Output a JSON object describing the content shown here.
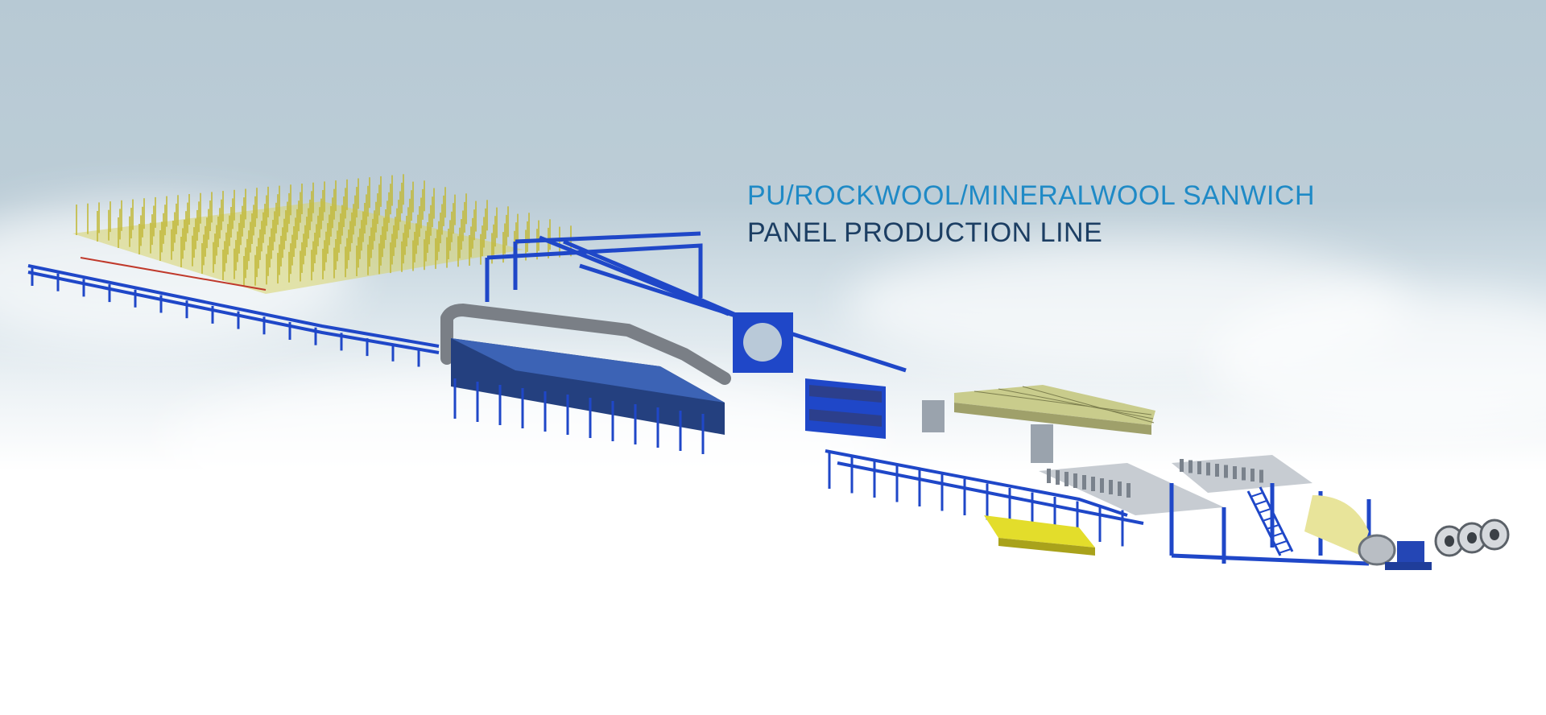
{
  "banner": {
    "image_subject": "production-line-illustration",
    "colors": {
      "sky_top": "#b7c9d4",
      "machine_blue": "#1f47c8",
      "rack_yellow": "#c9c44a",
      "headline_line1": "#1f8ac6",
      "headline_line2": "#1c3e63"
    },
    "headline": {
      "line1": "PU/ROCKWOOL/MINERALWOOL SANWICH",
      "line2": "PANEL PRODUCTION LINE"
    }
  }
}
